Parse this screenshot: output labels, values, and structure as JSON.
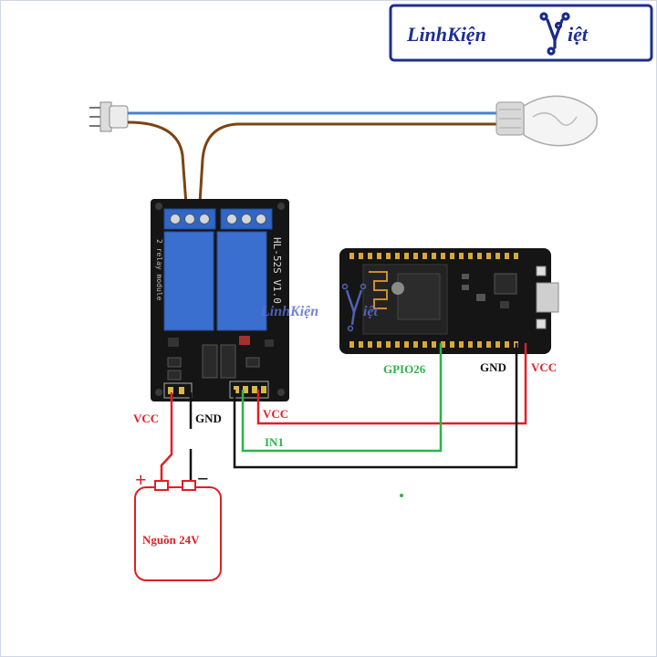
{
  "brand": {
    "name_part1": "LinhKiện",
    "name_part2": "iệt",
    "colors": {
      "primary": "#1d2f8f",
      "accent": "#d7263d",
      "blue_dark": "#1a2a8a"
    }
  },
  "relay_module": {
    "model_label": "HL-52S V1.0",
    "side_label": "2 relay module"
  },
  "labels": {
    "vcc_left": "VCC",
    "gnd_left": "GND",
    "vcc_relay": "VCC",
    "in1": "IN1",
    "gpio26": "GPIO26",
    "gnd_esp": "GND",
    "vcc_esp": "VCC",
    "plus_sign": "+",
    "minus_sign": "−",
    "power_supply": "Nguồn 24V"
  },
  "colors": {
    "vcc_wire": "#e01f26",
    "in1_wire": "#2db34a",
    "gnd_wire": "#111111",
    "ac_blue": "#4a7fd1",
    "ac_brown": "#7a4513",
    "relay_board": "#151515",
    "relay_body": "#3a6fcf"
  }
}
